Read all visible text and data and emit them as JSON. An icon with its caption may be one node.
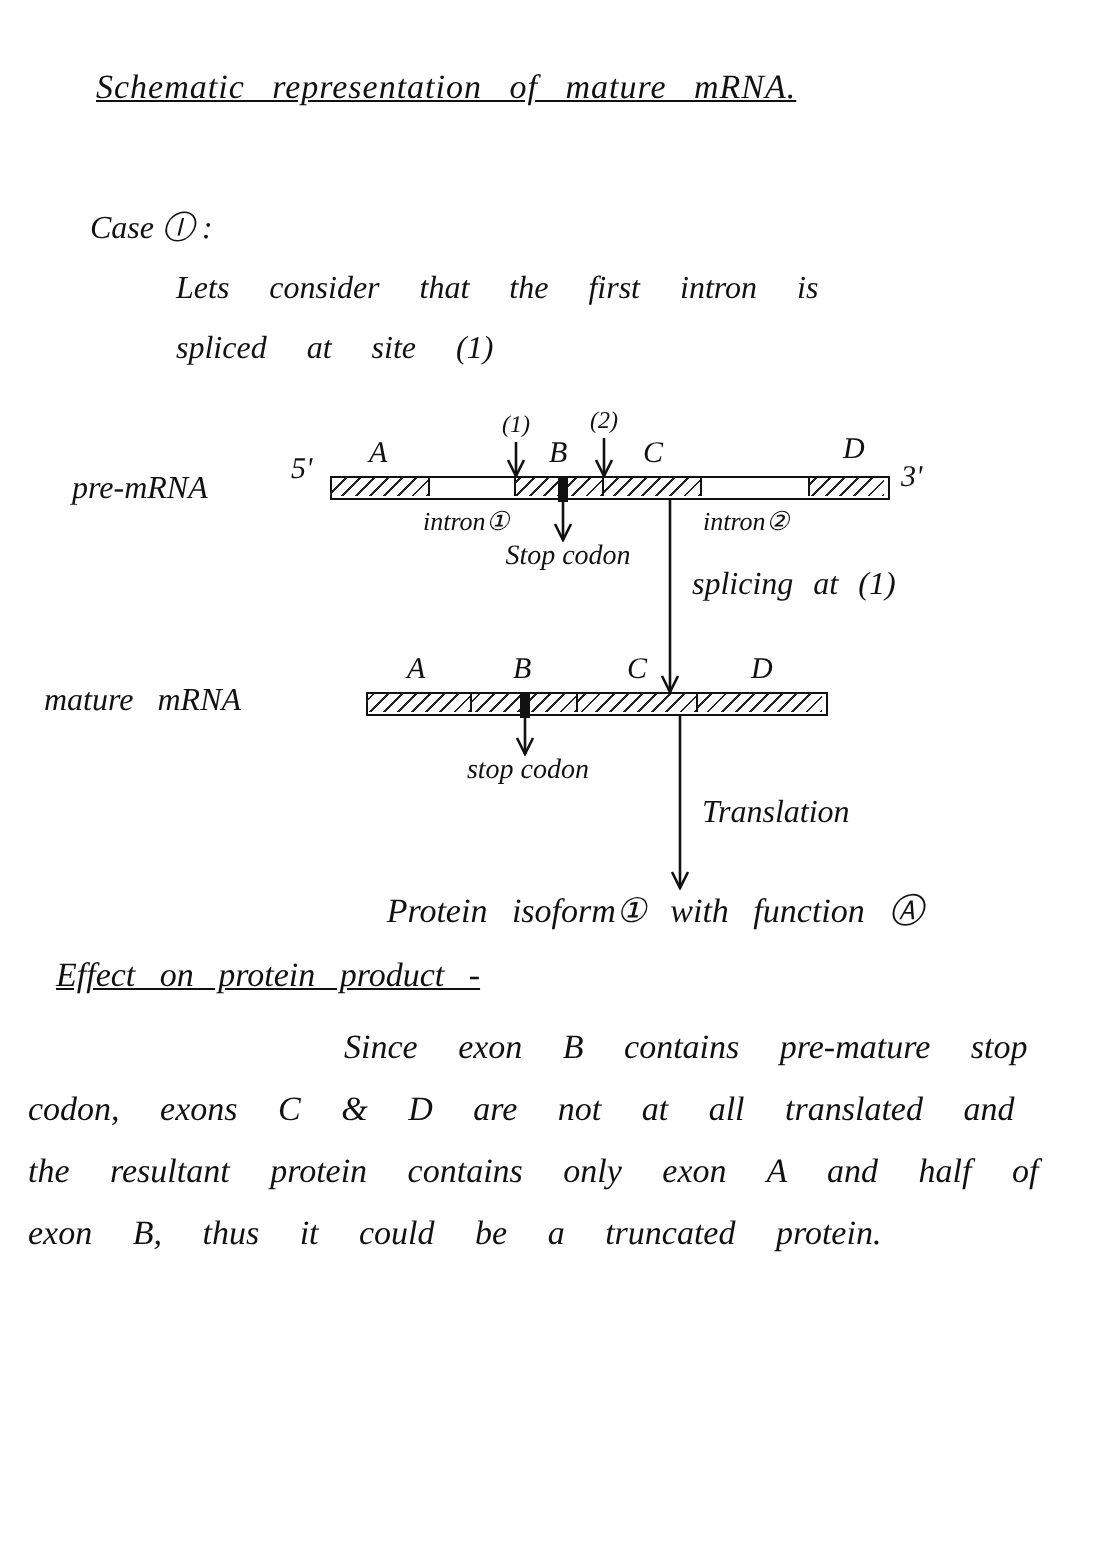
{
  "diagram": {
    "title": "Schematic representation of mature mRNA.",
    "nodes": [
      {
        "text": [],
        "shape": "bar",
        "beside": [
          "5'",
          "3'"
        ]
      },
      {
        "text": [
          "A"
        ],
        "in": 0
      },
      {
        "text": [
          "intron①"
        ],
        "in": 0
      },
      {
        "text": [
          "B"
        ],
        "in": 0
      },
      {
        "text": [],
        "shape": "bar",
        "in": 3
      },
      {
        "text": [
          "C"
        ],
        "in": 0
      },
      {
        "text": [
          "intron②"
        ],
        "in": 0
      },
      {
        "text": [
          "D"
        ],
        "in": 0
      },
      {
        "text": [
          "(1)"
        ]
      },
      {
        "text": [
          "(2)"
        ]
      },
      {
        "text": [
          "Stop codon"
        ]
      },
      {
        "text": [],
        "shape": "bar"
      },
      {
        "text": [
          "A"
        ],
        "in": 11
      },
      {
        "text": [
          "B"
        ],
        "in": 11
      },
      {
        "text": [],
        "shape": "bar",
        "in": 13
      },
      {
        "text": [
          "C"
        ],
        "in": 11
      },
      {
        "text": [
          "D"
        ],
        "in": 11
      },
      {
        "text": [
          "stop codon"
        ]
      },
      {
        "text": [
          "Protein isoform① with function Ⓐ"
        ]
      }
    ],
    "edges": [
      {
        "from": 8,
        "to": 3,
        "arrow": "to"
      },
      {
        "from": 9,
        "to": 5,
        "arrow": "to"
      },
      {
        "from": 4,
        "to": 10,
        "arrow": "to"
      },
      {
        "from": 0,
        "to": 11,
        "arrow": "to",
        "label": "splicing at (1)"
      },
      {
        "from": 14,
        "to": 17,
        "arrow": "to"
      },
      {
        "from": 11,
        "to": 18,
        "arrow": "to",
        "label": "Translation"
      }
    ],
    "labels": [
      "Case Ⓘ :",
      "Lets consider that the first intron is spliced at site (1)",
      "pre-mRNA",
      "mature mRNA",
      "Effect on protein product -",
      "Since exon B contains pre-mature stop codon, exons C & D are not at all translated and the resultant protein contains only exon A and half of exon B, thus it could be a truncated protein."
    ]
  }
}
